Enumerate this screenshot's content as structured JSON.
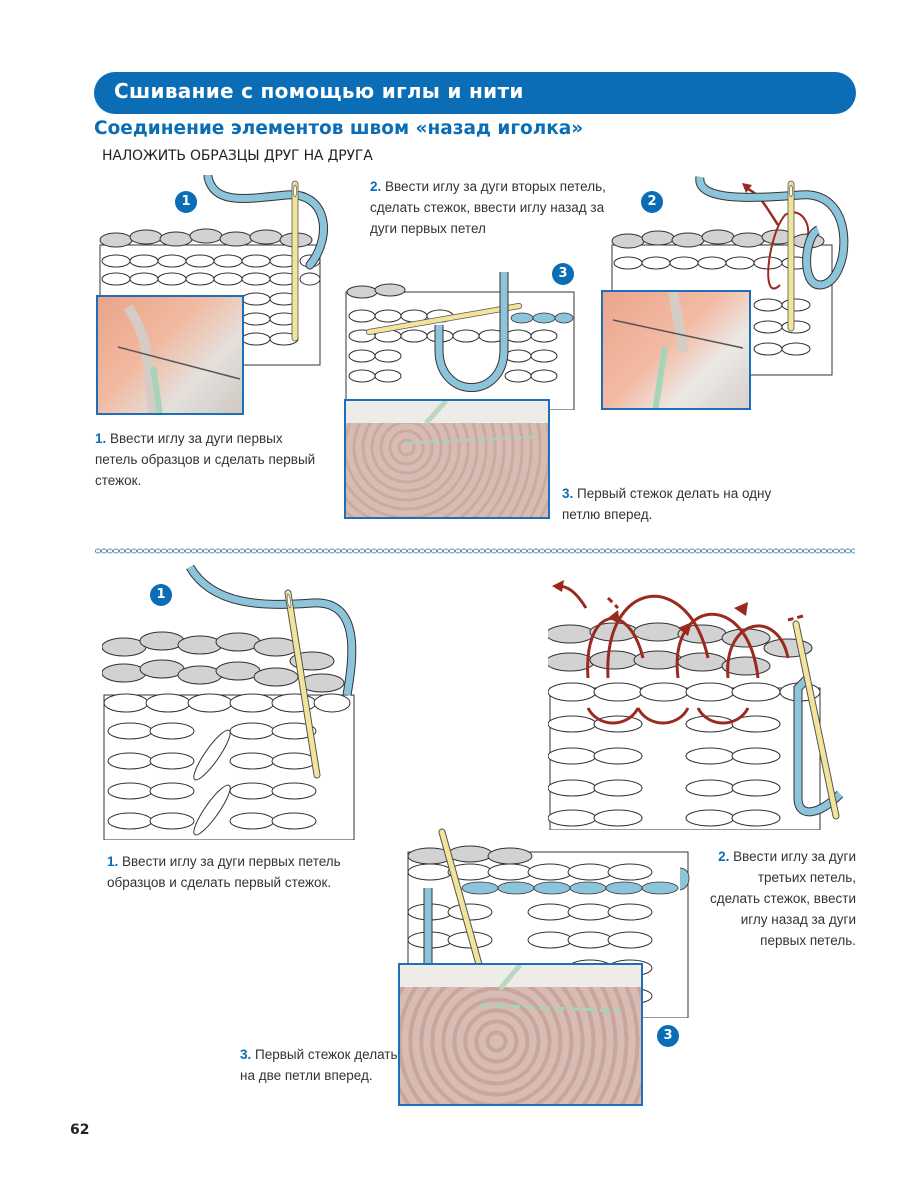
{
  "page": {
    "banner_title": "Сшивание с помощью иглы и нити",
    "subtitle": "Соединение элементов швом «назад иголка»",
    "instruction": "НАЛОЖИТЬ ОБРАЗЦЫ ДРУГ НА ДРУГА",
    "page_number": "62"
  },
  "colors": {
    "accent": "#0a6db5",
    "thread_blue": "#8cc4dc",
    "thread_red": "#9b2a1e",
    "needle": "#f2e49a",
    "yarn_pink": "#d9bfb7",
    "yarn_grey": "#d2d2d2"
  },
  "section1": {
    "steps": [
      {
        "badge": "1",
        "num": "1.",
        "text": "Ввести иглу за дуги первых петель образцов и сделать первый стежок."
      },
      {
        "badge": "2",
        "num": "2.",
        "text": "Ввести иглу за дуги вторых петель, сделать стежок, ввести иглу назад за дуги первых петел"
      },
      {
        "badge": "3",
        "num": "3.",
        "text": "Первый стежок делать на одну петлю вперед."
      }
    ]
  },
  "section2": {
    "steps": [
      {
        "badge": "1",
        "num": "1.",
        "text": "Ввести иглу за дуги первых петель образцов и сделать первый стежок."
      },
      {
        "badge": "",
        "num": "2.",
        "text": "Ввести иглу за дуги третьих петель, сделать стежок, ввести иглу назад за дуги первых петель."
      },
      {
        "badge": "3",
        "num": "3.",
        "text": "Первый стежок делать на две петли вперед."
      }
    ]
  }
}
